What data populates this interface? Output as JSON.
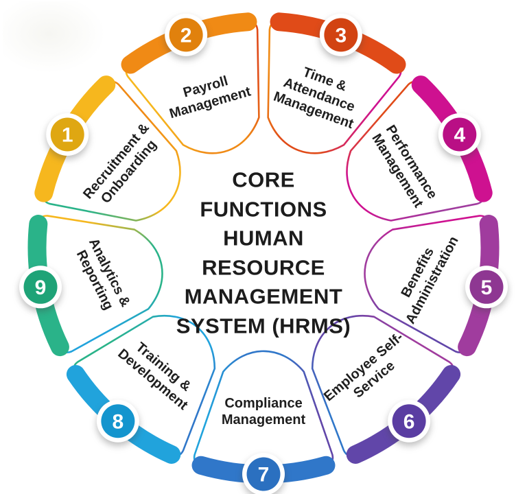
{
  "diagram": {
    "title_lines": [
      "CORE",
      "FUNCTIONS",
      "HUMAN",
      "RESOURCE",
      "MANAGEMENT",
      "SYSTEM (HRMS)"
    ],
    "title_color": "#1c1c1c",
    "label_color": "#1e1e1e",
    "background_color": "#ffffff",
    "segments": [
      {
        "number": "1",
        "label_lines": [
          "Recruitment &",
          "Onboarding"
        ],
        "color": "#F6B71E",
        "badge_color": "#DFA712"
      },
      {
        "number": "2",
        "label_lines": [
          "Payroll",
          "Management"
        ],
        "color": "#F08A15",
        "badge_color": "#E1810D"
      },
      {
        "number": "3",
        "label_lines": [
          "Time &",
          "Attendance",
          "Management"
        ],
        "color": "#E04B18",
        "badge_color": "#D24312"
      },
      {
        "number": "4",
        "label_lines": [
          "Performance",
          "Management"
        ],
        "color": "#CE1190",
        "badge_color": "#B90F85"
      },
      {
        "number": "5",
        "label_lines": [
          "Benefits",
          "Administration"
        ],
        "color": "#A03C9E",
        "badge_color": "#8E3792"
      },
      {
        "number": "6",
        "label_lines": [
          "Employee Self-",
          "Service"
        ],
        "color": "#6146A9",
        "badge_color": "#5A3DA2"
      },
      {
        "number": "7",
        "label_lines": [
          "Compliance",
          "Management"
        ],
        "color": "#3077C9",
        "badge_color": "#2B70C0"
      },
      {
        "number": "8",
        "label_lines": [
          "Training &",
          "Development"
        ],
        "color": "#21A3DC",
        "badge_color": "#1495CE"
      },
      {
        "number": "9",
        "label_lines": [
          "Analytics &",
          "Reporting"
        ],
        "color": "#2AB389",
        "badge_color": "#1EA377"
      }
    ]
  }
}
